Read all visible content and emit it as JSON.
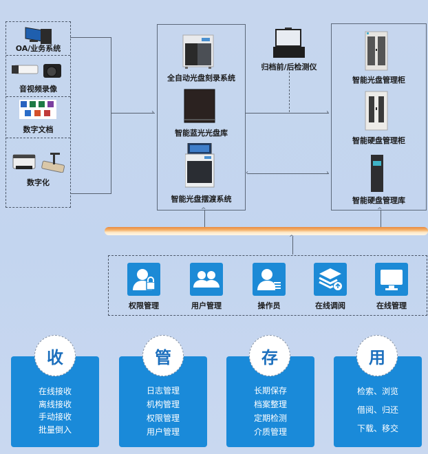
{
  "sources": [
    {
      "label": "OA/业务系统",
      "icon": "computer-icon"
    },
    {
      "label": "音视频录像",
      "icon": "camera-icon"
    },
    {
      "label": "数字文档",
      "icon": "office-documents-icon"
    },
    {
      "label": "数字化",
      "icon": "scanner-printer-icon"
    }
  ],
  "devices": [
    {
      "label": "全自动光盘刻录系统",
      "icon": "disc-burner-icon"
    },
    {
      "label": "智能蓝光光盘库",
      "icon": "bluray-library-icon"
    },
    {
      "label": "智能光盘摆渡系统",
      "icon": "disc-ferry-icon"
    }
  ],
  "detector": {
    "label": "归档前/后检测仪",
    "icon": "laptop-icon"
  },
  "storage": [
    {
      "label": "智能光盘管理柜",
      "icon": "disc-cabinet-icon"
    },
    {
      "label": "智能硬盘管理柜",
      "icon": "hdd-cabinet-icon"
    },
    {
      "label": "智能硬盘管理库",
      "icon": "hdd-library-icon"
    }
  ],
  "management": [
    {
      "label": "权限管理",
      "icon": "user-lock-icon"
    },
    {
      "label": "用户管理",
      "icon": "users-icon"
    },
    {
      "label": "操作员",
      "icon": "operator-icon"
    },
    {
      "label": "在线调阅",
      "icon": "layers-upload-icon"
    },
    {
      "label": "在线管理",
      "icon": "monitor-icon"
    }
  ],
  "cards": [
    {
      "badge": "收",
      "items": [
        "在线接收",
        "离线接收",
        "手动接收",
        "批量倒入"
      ]
    },
    {
      "badge": "管",
      "items": [
        "日志管理",
        "机构管理",
        "权限管理",
        "用户管理"
      ]
    },
    {
      "badge": "存",
      "items": [
        "长期保存",
        "档案整理",
        "定期检测",
        "介质管理"
      ]
    },
    {
      "badge": "用",
      "items": [
        "检索、浏览",
        "借阅、归还",
        "下载、移交"
      ]
    }
  ],
  "colors": {
    "accent": "#1a8ad9",
    "bus": "#f0a050",
    "background": "#c6d6ee"
  }
}
